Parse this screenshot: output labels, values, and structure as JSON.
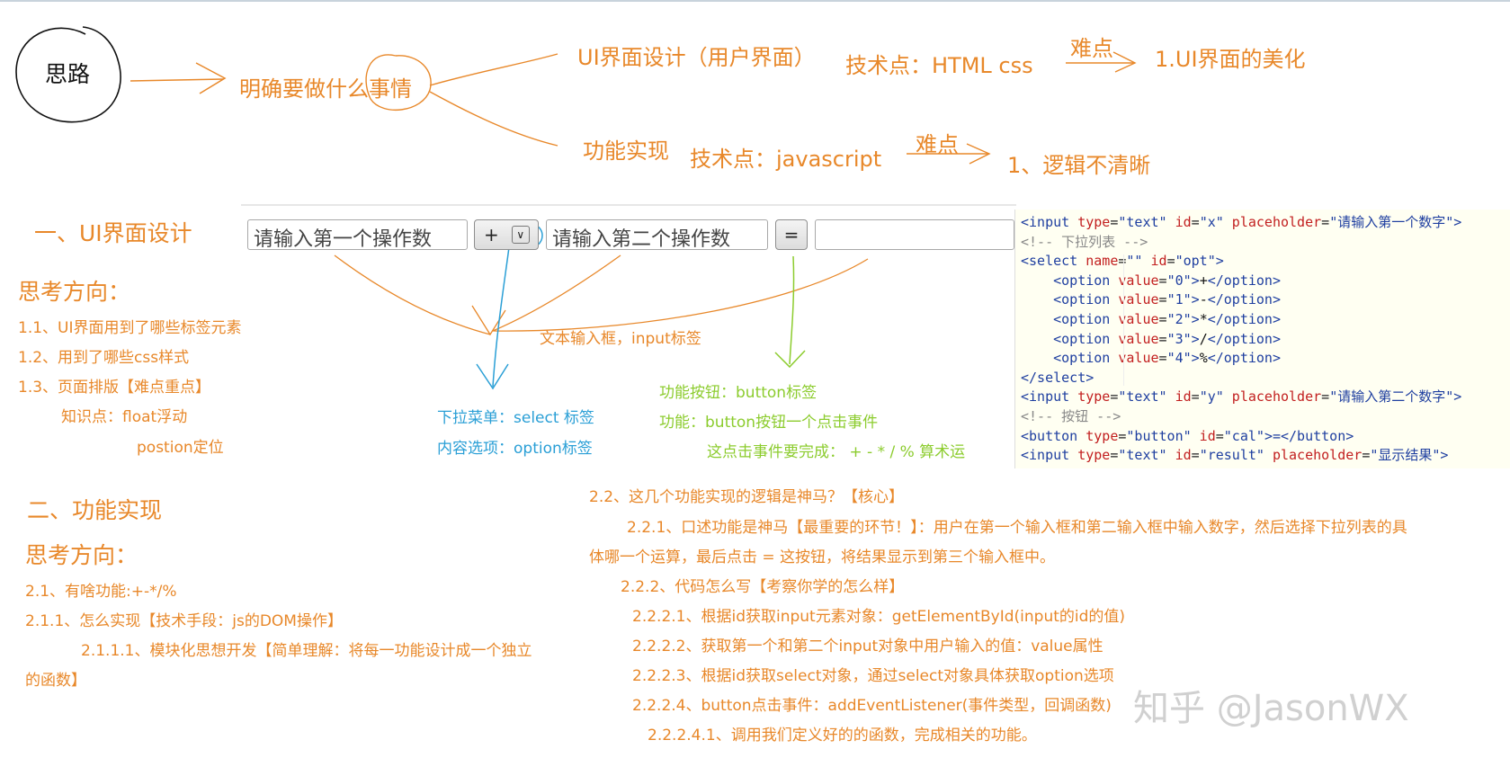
{
  "mindmap": {
    "start": "思路",
    "goal": "明确要做什么事情",
    "branch_ui": "UI界面设计（用户界面）",
    "ui_tech": "技术点：HTML css",
    "ui_difficulty_label": "难点",
    "ui_difficulty": "1.UI界面的美化",
    "branch_func": "功能实现",
    "func_tech": "技术点：javascript",
    "func_difficulty_label": "难点",
    "func_difficulty": "1、逻辑不清晰"
  },
  "section_ui": {
    "title": "一、UI界面设计",
    "thinking": "思考方向：",
    "items": [
      "1.1、UI界面用到了哪些标签元素",
      "1.2、用到了哪些css样式",
      "1.3、页面排版【难点重点】"
    ],
    "knowledge": "知识点：float浮动",
    "knowledge2": "postion定位"
  },
  "calculator": {
    "input1_placeholder": "请输入第一个操作数",
    "operator": "+",
    "input2_placeholder": "请输入第二个操作数",
    "equals": "=",
    "result_value": ""
  },
  "annotations": {
    "text_input": "文本输入框，input标签",
    "select_menu": "下拉菜单：select 标签",
    "option_item": "内容选项：option标签",
    "button_tag": "功能按钮：button标签",
    "button_event": "功能：button按钮一个点击事件",
    "event_ops": "这点击事件要完成： +  -  *  /  % 算术运"
  },
  "code_lines": [
    [
      "tag",
      "<input "
    ],
    [],
    [],
    [],
    [],
    [],
    [],
    [],
    [],
    [],
    [],
    [],
    []
  ],
  "code": {
    "l1": {
      "t": "<input ",
      "a1": "type",
      "v1": "\"text\"",
      "a2": " id",
      "v2": "\"x\"",
      "a3": " placeholder",
      "v3": "\"请输入第一个数字\"",
      "end": ">"
    },
    "l2": "<!-- 下拉列表 -->",
    "l3": {
      "t": "<select ",
      "a1": "name",
      "v1": "\"\"",
      "a2": " id",
      "v2": "\"opt\"",
      "end": ">"
    },
    "opts": [
      {
        "v": "\"0\"",
        "txt": "+"
      },
      {
        "v": "\"1\"",
        "txt": "-"
      },
      {
        "v": "\"2\"",
        "txt": "*"
      },
      {
        "v": "\"3\"",
        "txt": "/"
      },
      {
        "v": "\"4\"",
        "txt": "%"
      }
    ],
    "l9": "</select>",
    "l10": {
      "t": "<input ",
      "a1": "type",
      "v1": "\"text\"",
      "a2": " id",
      "v2": "\"y\"",
      "a3": " placeholder",
      "v3": "\"请输入第二个数字\"",
      "end": ">"
    },
    "l11": "<!-- 按钮 -->",
    "l12": {
      "t": "<button ",
      "a1": "type",
      "v1": "\"button\"",
      "a2": " id",
      "v2": "\"cal\"",
      "end": ">=</button>"
    },
    "l13": {
      "t": "<input ",
      "a1": "type",
      "v1": "\"text\"",
      "a2": " id",
      "v2": "\"result\"",
      "a3": " placeholder",
      "v3": "\"显示结果\"",
      "end": ">"
    }
  },
  "section_func": {
    "title": "二、功能实现",
    "thinking": "思考方向：",
    "items": [
      "2.1、有啥功能:+-*/%",
      "2.1.1、怎么实现【技术手段：js的DOM操作】",
      "2.1.1.1、模块化思想开发【简单理解：将每一功能设计成一个独立",
      "的函数】"
    ]
  },
  "section_logic": {
    "q": "2.2、这几个功能实现的逻辑是神马？【核心】",
    "p1": "2.2.1、口述功能是神马【最重要的环节！】：用户在第一个输入框和第二输入框中输入数字，然后选择下拉列表的具",
    "p1b": "体哪一个运算，最后点击 = 这按钮，将结果显示到第三个输入框中。",
    "p2": "2.2.2、代码怎么写【考察你学的怎么样】",
    "p3": "2.2.2.1、根据id获取input元素对象：getElementById(input的id的值)",
    "p4": "2.2.2.2、获取第一个和第二个input对象中用户输入的值：value属性",
    "p5": "2.2.2.3、根据id获取select对象，通过select对象具体获取option选项",
    "p6": "2.2.2.4、button点击事件：addEventListener(事件类型，回调函数)",
    "p7": "2.2.2.4.1、调用我们定义好的的函数，完成相关的功能。"
  },
  "watermark": "知乎 @JasonWX",
  "colors": {
    "orange": "#e8882a",
    "blue": "#2a9fd6",
    "green": "#8ccc2e"
  }
}
